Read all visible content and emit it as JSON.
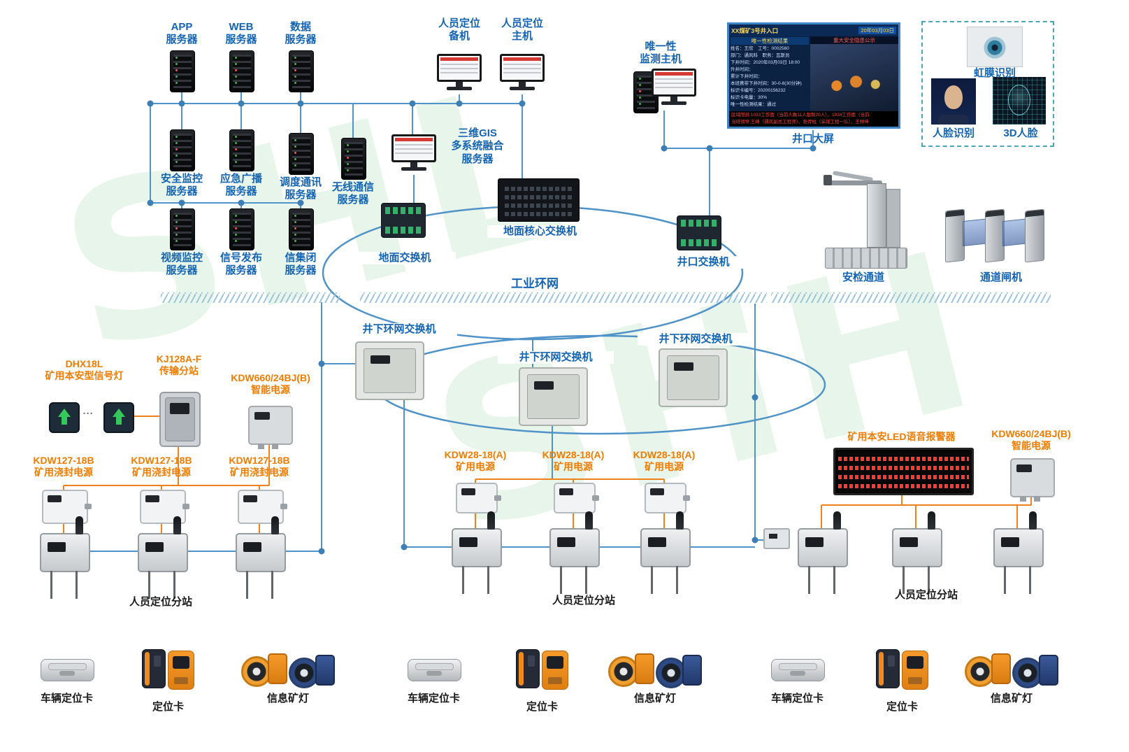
{
  "watermark": {
    "part1": "SHL",
    "part2": "SHH"
  },
  "colors": {
    "label_blue": "#1464b4",
    "label_orange": "#f07c00",
    "wire_blue": "#4f93c8",
    "wire_orange": "#f0821e",
    "watermark_green": "#7dc891"
  },
  "surface": {
    "server_labels": [
      "APP\n服务器",
      "WEB\n服务器",
      "数据\n服务器",
      "安全监控\n服务器",
      "应急广播\n服务器",
      "调度通讯\n服务器",
      "无线通信\n服务器",
      "视频监控\n服务器",
      "信号发布\n服务器",
      "信集闭\n服务器"
    ],
    "positioning_backup": "人员定位\n备机",
    "positioning_main": "人员定位\n主机",
    "gis_server": "三维GIS\n多系统融合\n服务器",
    "uniqueness_host": "唯一性\n监测主机",
    "ground_switch": "地面交换机",
    "core_switch": "地面核心交换机",
    "wellhead_switch": "井口交换机",
    "industrial_ring": "工业环网",
    "big_screen_label": "井口大屏",
    "security_channel": "安检通道",
    "channel_gate": "通道闸机",
    "biometric": {
      "iris": "虹膜识别",
      "face": "人脸识别",
      "face3d": "3D人脸"
    }
  },
  "big_screen": {
    "title": "XX煤矿3号井入口",
    "date": "20年03月03日",
    "panel_title": "唯一性检测结果",
    "info_lines": [
      "姓名：王欣　工号：0002560",
      "部门：通风科　职务：瓦斯员",
      "下井时间：2020年03月03日 18:00",
      "升井时间：",
      "累计下井时间：",
      "本班携带下井时间：30-0-8(30分钟)",
      "标识卡编号：20200156232",
      "标识卡电量：30%",
      "唯一性检测结果：通过"
    ],
    "notice_title": "重大安全隐患公示",
    "footer_lines": [
      "区域限员:1033工作面（当前人数11人限制20人）、1034工作面（当前",
      "当班领导:王峰（通风副总工程师）、张传柱（采煤工程一队）、王林坤"
    ]
  },
  "underground": {
    "ring_switch_labels": [
      "井下环网交换机",
      "井下环网交换机",
      "井下环网交换机"
    ],
    "ellipsis": "···",
    "left": {
      "signal_light": "DHX18L\n矿用本安型信号灯",
      "transmission": "KJ128A-F\n传输分站",
      "smart_power": "KDW660/24BJ(B)\n智能电源",
      "sealed_power": [
        "KDW127-18B\n矿用浇封电源",
        "KDW127-18B\n矿用浇封电源",
        "KDW127-18B\n矿用浇封电源"
      ],
      "substation_label": "人员定位分站"
    },
    "middle": {
      "power": [
        "KDW28-18(A)\n矿用电源",
        "KDW28-18(A)\n矿用电源",
        "KDW28-18(A)\n矿用电源"
      ],
      "substation_label": "人员定位分站"
    },
    "right": {
      "led_alarm": "矿用本安LED语音报警器",
      "smart_power": "KDW660/24BJ(B)\n智能电源",
      "substation_label": "人员定位分站"
    }
  },
  "terminals": {
    "groups": [
      {
        "vehicle": "车辆定位卡",
        "card": "定位卡",
        "lamp": "信息矿灯"
      },
      {
        "vehicle": "车辆定位卡",
        "card": "定位卡",
        "lamp": "信息矿灯"
      },
      {
        "vehicle": "车辆定位卡",
        "card": "定位卡",
        "lamp": "信息矿灯"
      }
    ]
  }
}
